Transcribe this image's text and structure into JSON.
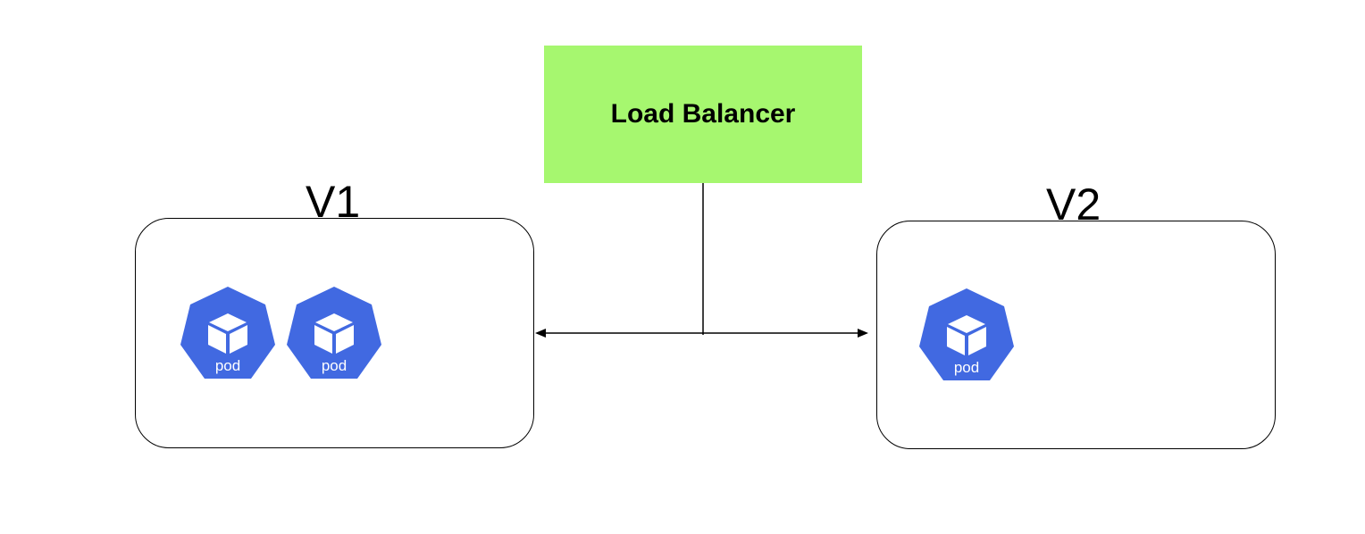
{
  "load_balancer": {
    "label": "Load Balancer",
    "color": "#a6f76f"
  },
  "groups": [
    {
      "title": "V1",
      "pods": [
        "pod",
        "pod"
      ]
    },
    {
      "title": "V2",
      "pods": [
        "pod"
      ]
    }
  ],
  "pod_color": "#4169e1",
  "pod_icon": "kubernetes-pod-icon"
}
